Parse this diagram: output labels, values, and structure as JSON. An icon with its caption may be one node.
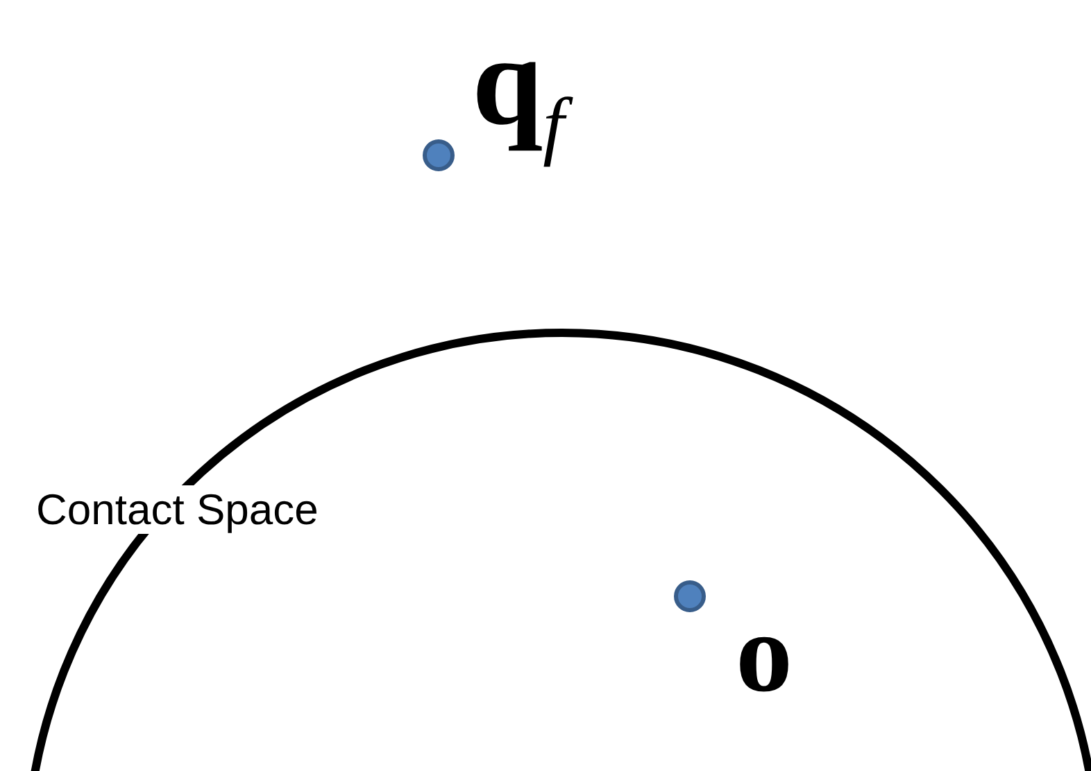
{
  "diagram": {
    "nodes": [
      {
        "text": [
          "Contact Space"
        ]
      },
      {
        "text": [],
        "shape": "circle",
        "beside": [
          "**q**$_{f}$"
        ]
      },
      {
        "text": [],
        "shape": "circle",
        "in": 0,
        "beside": [
          "o"
        ]
      }
    ]
  }
}
